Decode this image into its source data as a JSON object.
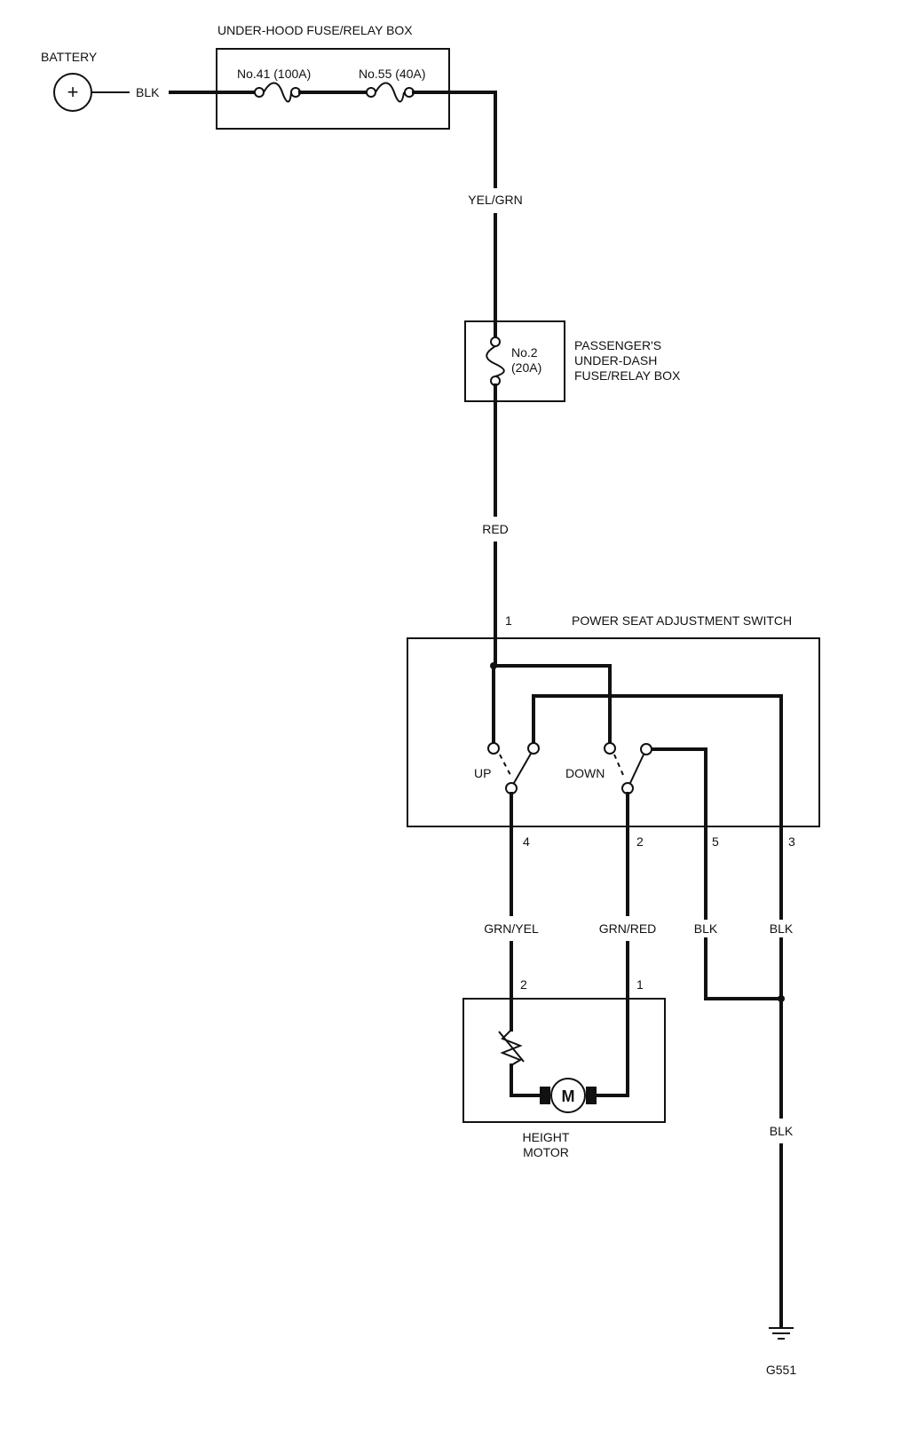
{
  "battery": {
    "label": "BATTERY",
    "symbol": "+"
  },
  "underhood_box": {
    "title": "UNDER-HOOD FUSE/RELAY BOX",
    "fuse_a": "No.41 (100A)",
    "fuse_b": "No.55 (40A)"
  },
  "underdash_box": {
    "fuse_number": "No.2",
    "fuse_rating": "(20A)",
    "title_line1": "PASSENGER'S",
    "title_line2": "UNDER-DASH",
    "title_line3": "FUSE/RELAY BOX"
  },
  "switch": {
    "title": "POWER SEAT ADJUSTMENT SWITCH",
    "up_label": "UP",
    "down_label": "DOWN",
    "pin_1": "1",
    "pin_4": "4",
    "pin_2": "2",
    "pin_5": "5",
    "pin_3": "3"
  },
  "motor": {
    "symbol": "M",
    "label_line1": "HEIGHT",
    "label_line2": "MOTOR",
    "pin_2": "2",
    "pin_1": "1"
  },
  "wires": {
    "battery_blk": "BLK",
    "feed_yel_grn": "YEL/GRN",
    "feed_red": "RED",
    "up_grn_yel": "GRN/YEL",
    "down_grn_red": "GRN/RED",
    "pin5_blk": "BLK",
    "pin3_blk": "BLK",
    "ground_blk": "BLK"
  },
  "ground": {
    "label": "G551"
  }
}
